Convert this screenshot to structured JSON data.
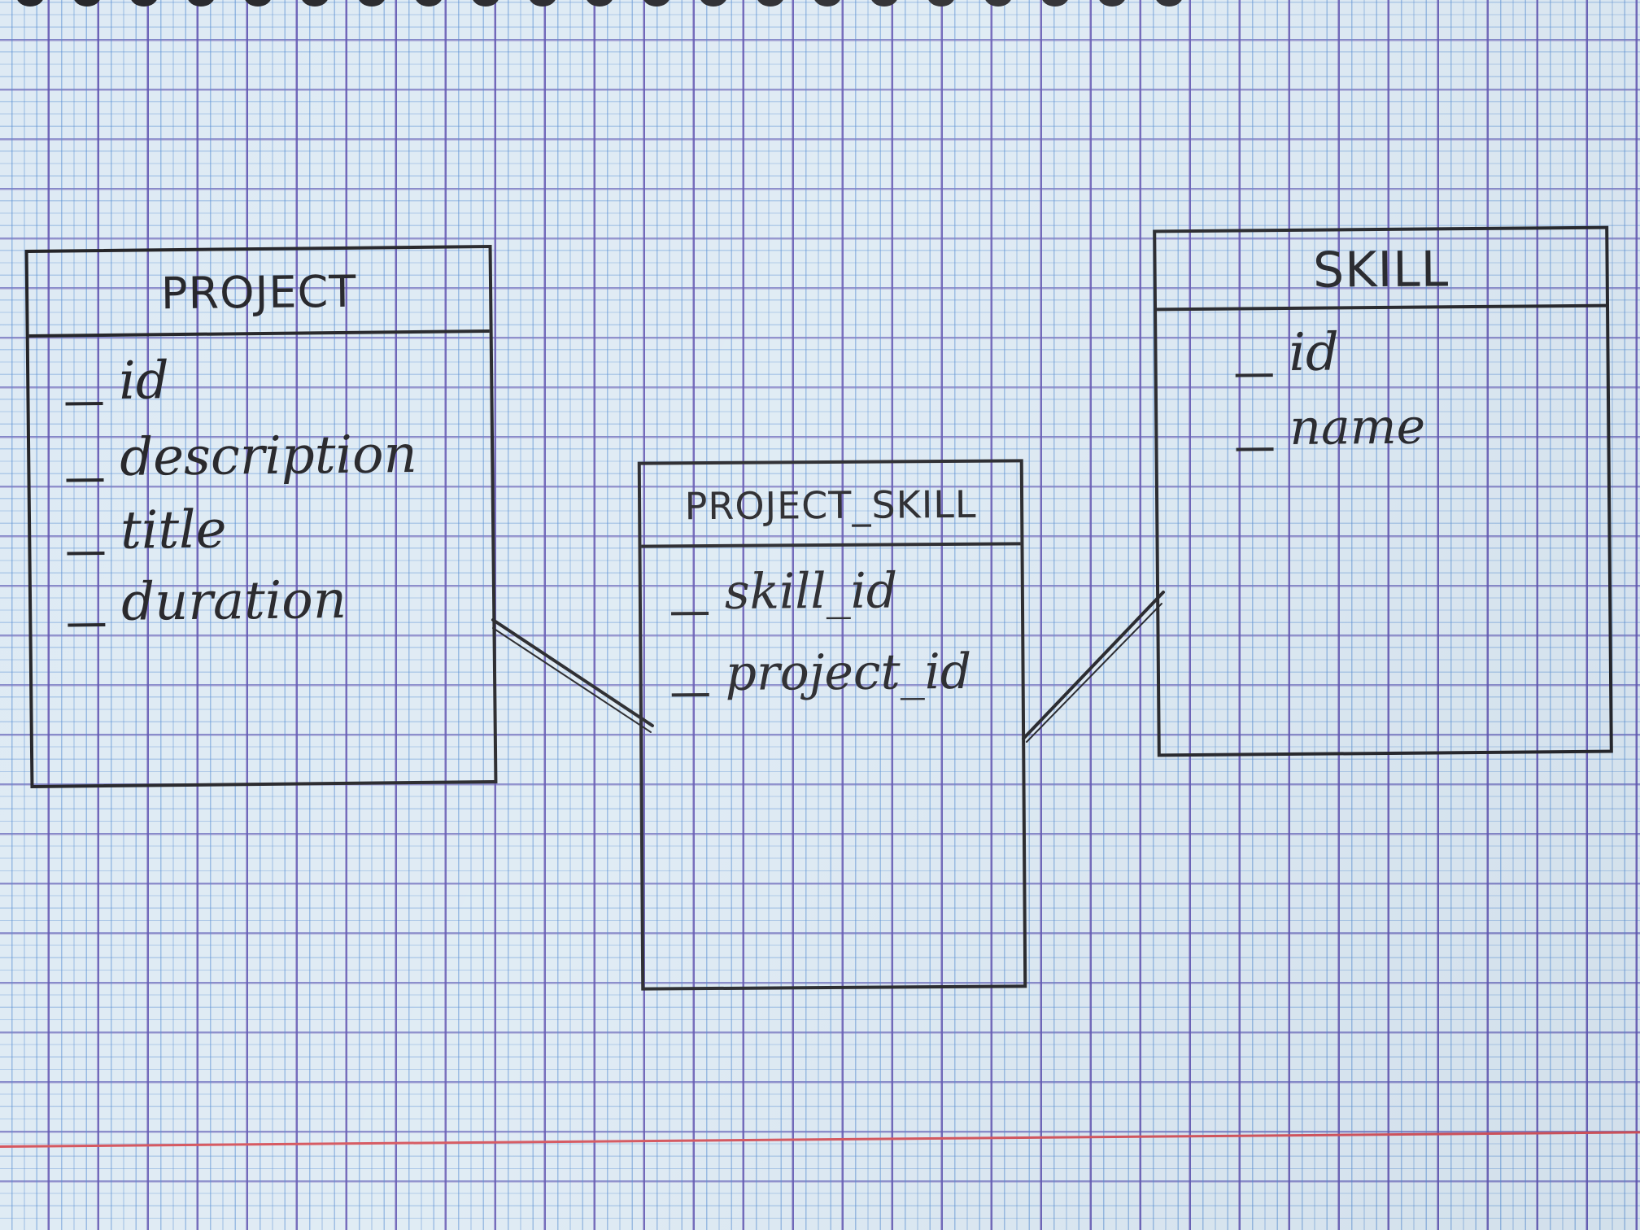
{
  "diagram": {
    "entities": [
      {
        "id": "project",
        "title": "PROJECT",
        "fields": [
          "id",
          "description",
          "title",
          "duration"
        ]
      },
      {
        "id": "project_skill",
        "title": "PROJECT_SKILL",
        "fields": [
          "skill_id",
          "project_id"
        ]
      },
      {
        "id": "skill",
        "title": "SKILL",
        "fields": [
          "id",
          "name"
        ]
      }
    ],
    "relationships": [
      {
        "from": "project",
        "to": "project_skill"
      },
      {
        "from": "skill",
        "to": "project_skill"
      }
    ],
    "colors": {
      "ink": "#16161a",
      "paper": "#dce9f3",
      "grid_major": "#5646aa",
      "grid_minor": "#4682cd",
      "margin_line": "#d2474f"
    }
  }
}
